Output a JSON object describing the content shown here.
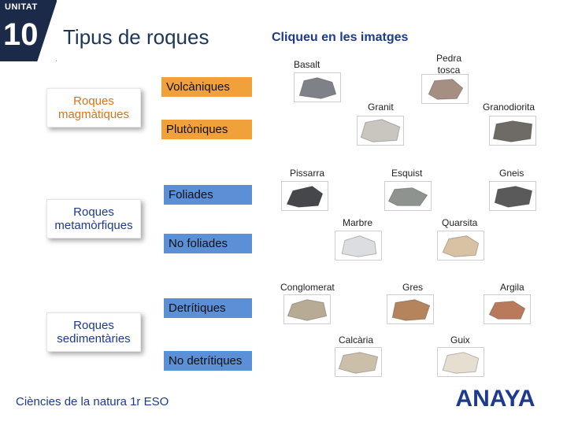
{
  "header": {
    "unit_label": "UNITAT",
    "unit_number": "10",
    "title": "Tipus de roques",
    "instruction": "Cliqueu en les imatges"
  },
  "categories": [
    {
      "label": "Roques\nmagmàtiques",
      "color": "#d9731a"
    },
    {
      "label": "Roques\nmetamòrfiques",
      "color": "#1d3a8c"
    },
    {
      "label": "Roques\nsedimentàries",
      "color": "#1d3a8c"
    }
  ],
  "subcategories": {
    "volcaniques": "Volcàniques",
    "plutoniques": "Plutòniques",
    "foliades": "Foliades",
    "no_foliades": "No foliades",
    "detritiques": "Detrítiques",
    "no_detritiques": "No detrítiques"
  },
  "rocks": {
    "basalt": {
      "label": "Basalt",
      "color": "#7e8288"
    },
    "pedra_tosca": {
      "label": "Pedra tosca",
      "color": "#a48f82"
    },
    "granit": {
      "label": "Granit",
      "color": "#c9c6c0"
    },
    "granodiorita": {
      "label": "Granodiorita",
      "color": "#6e6a66"
    },
    "pissarra": {
      "label": "Pissarra",
      "color": "#45474b"
    },
    "esquist": {
      "label": "Esquist",
      "color": "#8f938f"
    },
    "gneis": {
      "label": "Gneis",
      "color": "#5a5a5a"
    },
    "marbre": {
      "label": "Marbre",
      "color": "#dcdde1"
    },
    "quarsita": {
      "label": "Quarsita",
      "color": "#d9c1a4"
    },
    "conglomerat": {
      "label": "Conglomerat",
      "color": "#b8ab96"
    },
    "gres": {
      "label": "Gres",
      "color": "#b5845c"
    },
    "argila": {
      "label": "Argila",
      "color": "#b87a5a"
    },
    "calcaria": {
      "label": "Calcària",
      "color": "#cbbfa9"
    },
    "guix": {
      "label": "Guix",
      "color": "#e6ded0"
    }
  },
  "footer": {
    "text": "Ciències de la natura 1r ESO",
    "logo": "ANAYA"
  },
  "colors": {
    "orange_bar": "#f0a13a",
    "blue_bar": "#5b8fd6",
    "brand_blue": "#1d3a8c",
    "unit_box": "#1c2a4a"
  }
}
